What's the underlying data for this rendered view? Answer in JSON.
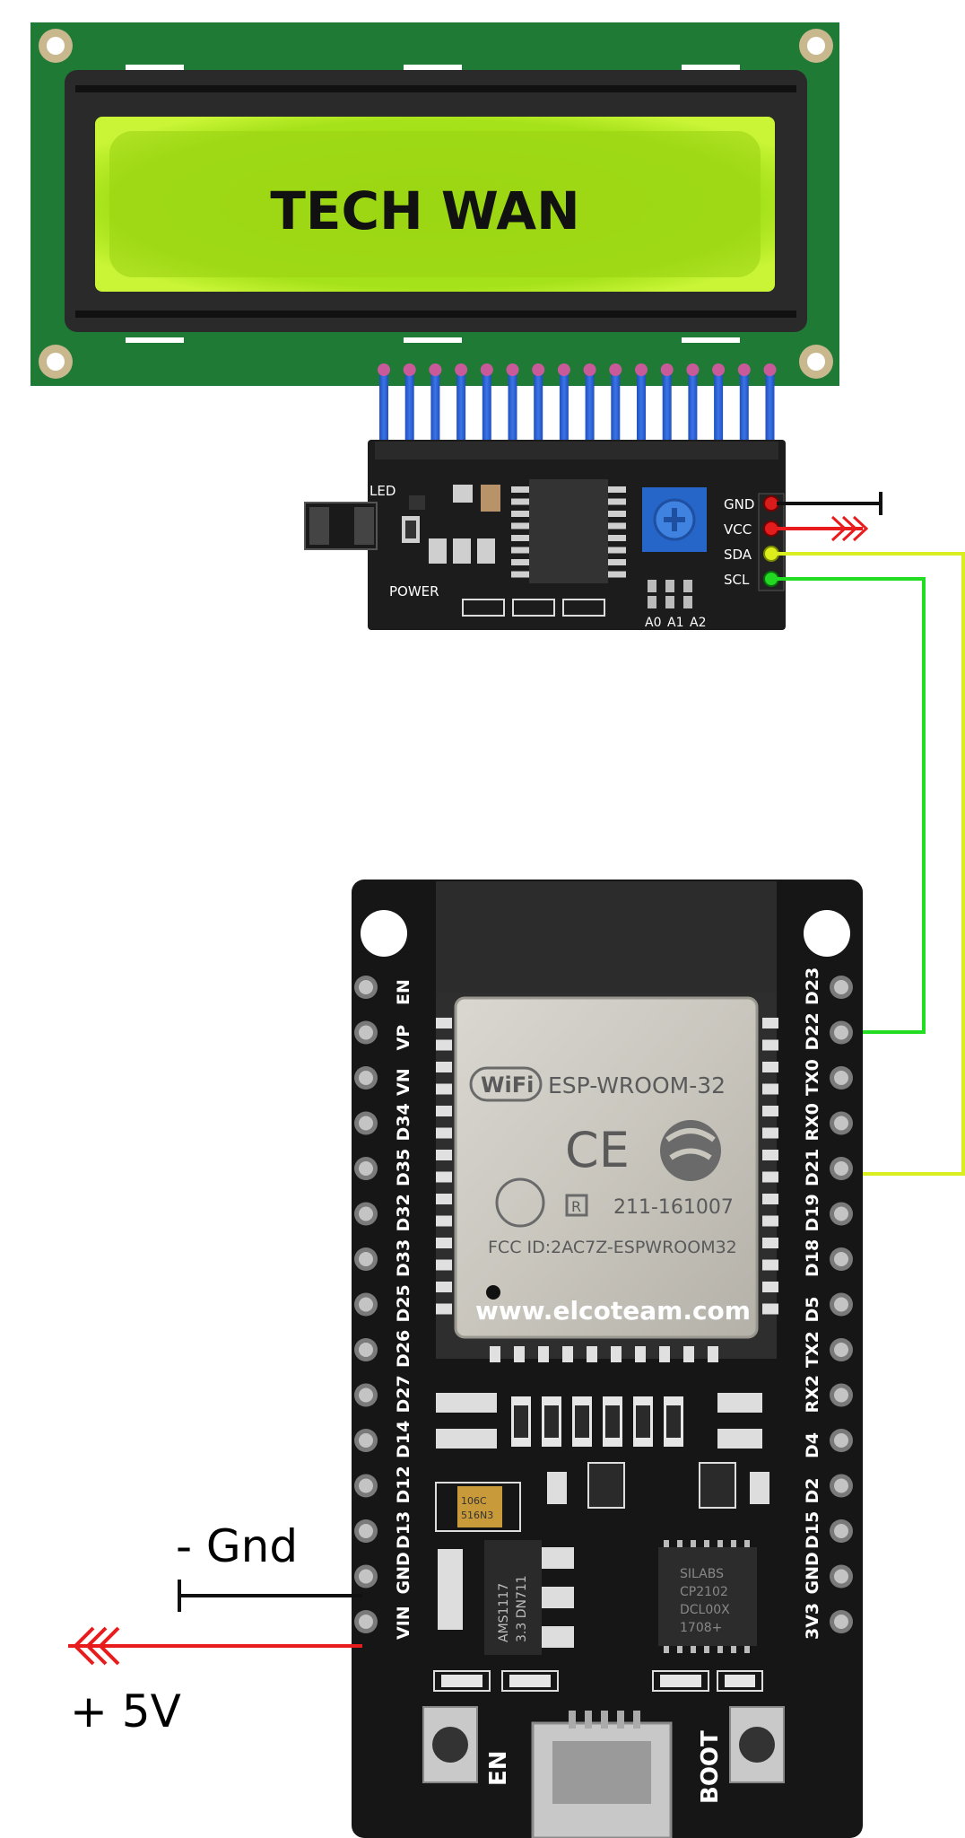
{
  "lcd": {
    "display_text": "TECH WAN"
  },
  "i2c_module": {
    "led_label": "LED",
    "power_label": "POWER",
    "pins": [
      "GND",
      "VCC",
      "SDA",
      "SCL"
    ],
    "address_pads": [
      "A0",
      "A1",
      "A2"
    ]
  },
  "esp32": {
    "module_name": "ESP-WROOM-32",
    "wifi_logo": "WiFi",
    "cert_number": "211-161007",
    "fcc_id": "FCC ID:2AC7Z-ESPWROOM32",
    "website": "www.elcoteam.com",
    "left_pins": [
      "EN",
      "VP",
      "VN",
      "D34",
      "D35",
      "D32",
      "D33",
      "D25",
      "D26",
      "D27",
      "D14",
      "D12",
      "D13",
      "GND",
      "VIN"
    ],
    "right_pins": [
      "D23",
      "D22",
      "TX0",
      "RX0",
      "D21",
      "D19",
      "D18",
      "D5",
      "TX2",
      "RX2",
      "D4",
      "D2",
      "D15",
      "GND",
      "3V3"
    ],
    "regulator": [
      "AMS1117",
      "3.3 DN711"
    ],
    "usb_chip": [
      "SILABS",
      "CP2102",
      "DCL00X",
      "1708+"
    ],
    "buttons": [
      "EN",
      "BOOT"
    ],
    "capacitor": [
      "106C",
      "516N3"
    ]
  },
  "labels": {
    "gnd": "- Gnd",
    "vcc": "+ 5V"
  },
  "colors": {
    "vcc_wire": "#e81c1c",
    "gnd_wire": "#111111",
    "sda_wire": "#d8ee1e",
    "scl_wire": "#22dd22",
    "pcb_green": "#1f7a35",
    "lcd_screen": "#a8e31c"
  }
}
